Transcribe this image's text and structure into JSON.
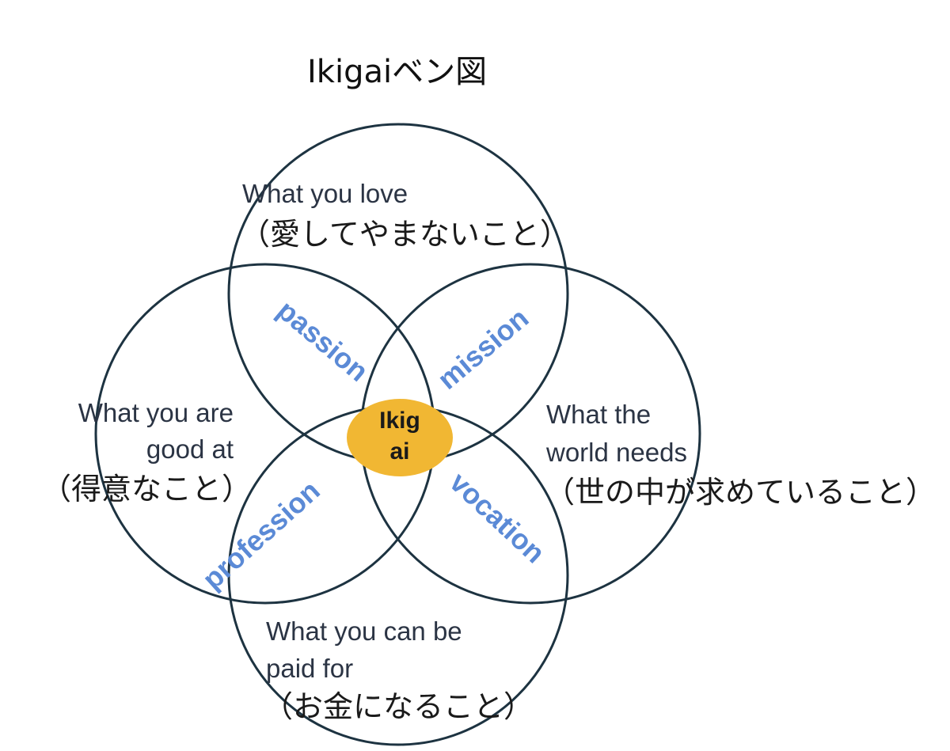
{
  "title": "Ikigaiベン図",
  "circles": {
    "love": {
      "en": "What  you love",
      "jp": "（愛してやまないこと）"
    },
    "good_at": {
      "en_line1": "What you are",
      "en_line2": "good at",
      "jp": "（得意なこと）"
    },
    "world_needs": {
      "en_line1": "What the",
      "en_line2": "world needs",
      "jp": "（世の中が求めていること）"
    },
    "paid_for": {
      "en_line1": "What you can be",
      "en_line2": "paid for",
      "jp": "（お金になること）"
    }
  },
  "overlaps": {
    "passion": "passion",
    "mission": "mission",
    "profession": "profession",
    "vocation": "vocation"
  },
  "center": {
    "line1": "Ikig",
    "line2": "ai"
  },
  "colors": {
    "circle_stroke": "#1d3341",
    "overlap_label": "#5b8ad6",
    "center_fill": "#f1b733"
  }
}
